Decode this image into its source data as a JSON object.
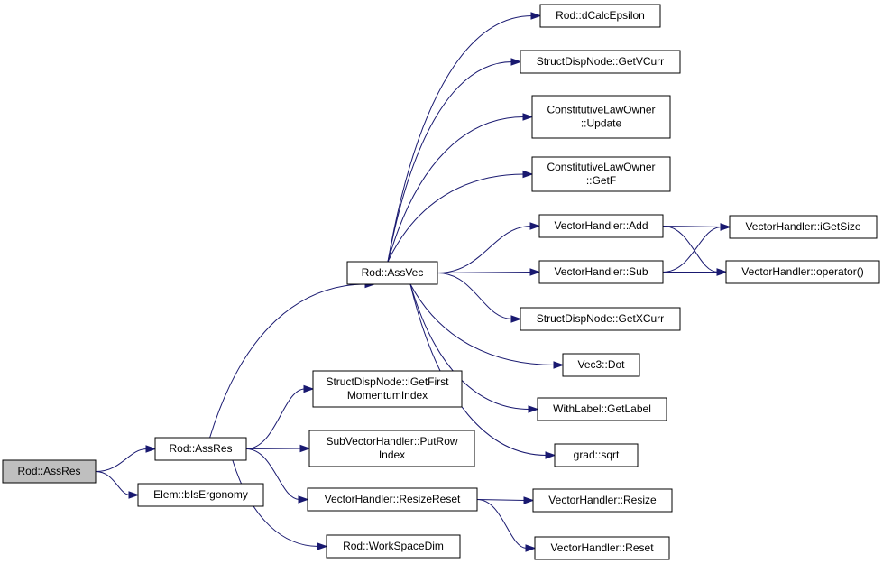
{
  "colors": {
    "edge": "#191970",
    "node_fill": "#ffffff",
    "root_fill": "#bfbfbf",
    "node_border": "#000000"
  },
  "nodes": [
    {
      "id": "rod-assres-root",
      "lines": [
        "Rod::AssRes"
      ]
    },
    {
      "id": "rod-assres",
      "lines": [
        "Rod::AssRes"
      ]
    },
    {
      "id": "elem-bisergonomy",
      "lines": [
        "Elem::bIsErgonomy"
      ]
    },
    {
      "id": "rod-assvec",
      "lines": [
        "Rod::AssVec"
      ]
    },
    {
      "id": "structdispnode-igetfirstmomentumindex",
      "lines": [
        "StructDispNode::iGetFirst",
        "MomentumIndex"
      ]
    },
    {
      "id": "subvectorhandler-putrowindex",
      "lines": [
        "SubVectorHandler::PutRow",
        "Index"
      ]
    },
    {
      "id": "vectorhandler-resizereset",
      "lines": [
        "VectorHandler::ResizeReset"
      ]
    },
    {
      "id": "rod-workspacedim",
      "lines": [
        "Rod::WorkSpaceDim"
      ]
    },
    {
      "id": "rod-dcalcepsilon",
      "lines": [
        "Rod::dCalcEpsilon"
      ]
    },
    {
      "id": "structdispnode-getvcurr",
      "lines": [
        "StructDispNode::GetVCurr"
      ]
    },
    {
      "id": "constitutivelawowner-update",
      "lines": [
        "ConstitutiveLawOwner",
        "::Update"
      ]
    },
    {
      "id": "constitutivelawowner-getf",
      "lines": [
        "ConstitutiveLawOwner",
        "::GetF"
      ]
    },
    {
      "id": "vectorhandler-add",
      "lines": [
        "VectorHandler::Add"
      ]
    },
    {
      "id": "vectorhandler-sub",
      "lines": [
        "VectorHandler::Sub"
      ]
    },
    {
      "id": "structdispnode-getxcurr",
      "lines": [
        "StructDispNode::GetXCurr"
      ]
    },
    {
      "id": "vec3-dot",
      "lines": [
        "Vec3::Dot"
      ]
    },
    {
      "id": "withlabel-getlabel",
      "lines": [
        "WithLabel::GetLabel"
      ]
    },
    {
      "id": "grad-sqrt",
      "lines": [
        "grad::sqrt"
      ]
    },
    {
      "id": "vectorhandler-igetsize",
      "lines": [
        "VectorHandler::iGetSize"
      ]
    },
    {
      "id": "vectorhandler-operator",
      "lines": [
        "VectorHandler::operator()"
      ]
    },
    {
      "id": "vectorhandler-resize",
      "lines": [
        "VectorHandler::Resize"
      ]
    },
    {
      "id": "vectorhandler-reset",
      "lines": [
        "VectorHandler::Reset"
      ]
    }
  ],
  "edges": [
    [
      "rod-assres-root",
      "rod-assres"
    ],
    [
      "rod-assres-root",
      "elem-bisergonomy"
    ],
    [
      "rod-assres",
      "rod-assvec"
    ],
    [
      "rod-assres",
      "structdispnode-igetfirstmomentumindex"
    ],
    [
      "rod-assres",
      "subvectorhandler-putrowindex"
    ],
    [
      "rod-assres",
      "vectorhandler-resizereset"
    ],
    [
      "rod-assres",
      "rod-workspacedim"
    ],
    [
      "rod-assvec",
      "rod-dcalcepsilon"
    ],
    [
      "rod-assvec",
      "structdispnode-getvcurr"
    ],
    [
      "rod-assvec",
      "constitutivelawowner-update"
    ],
    [
      "rod-assvec",
      "constitutivelawowner-getf"
    ],
    [
      "rod-assvec",
      "vectorhandler-add"
    ],
    [
      "rod-assvec",
      "vectorhandler-sub"
    ],
    [
      "rod-assvec",
      "structdispnode-getxcurr"
    ],
    [
      "rod-assvec",
      "vec3-dot"
    ],
    [
      "rod-assvec",
      "withlabel-getlabel"
    ],
    [
      "rod-assvec",
      "grad-sqrt"
    ],
    [
      "vectorhandler-add",
      "vectorhandler-igetsize"
    ],
    [
      "vectorhandler-add",
      "vectorhandler-operator"
    ],
    [
      "vectorhandler-sub",
      "vectorhandler-igetsize"
    ],
    [
      "vectorhandler-sub",
      "vectorhandler-operator"
    ],
    [
      "vectorhandler-resizereset",
      "vectorhandler-resize"
    ],
    [
      "vectorhandler-resizereset",
      "vectorhandler-reset"
    ]
  ]
}
